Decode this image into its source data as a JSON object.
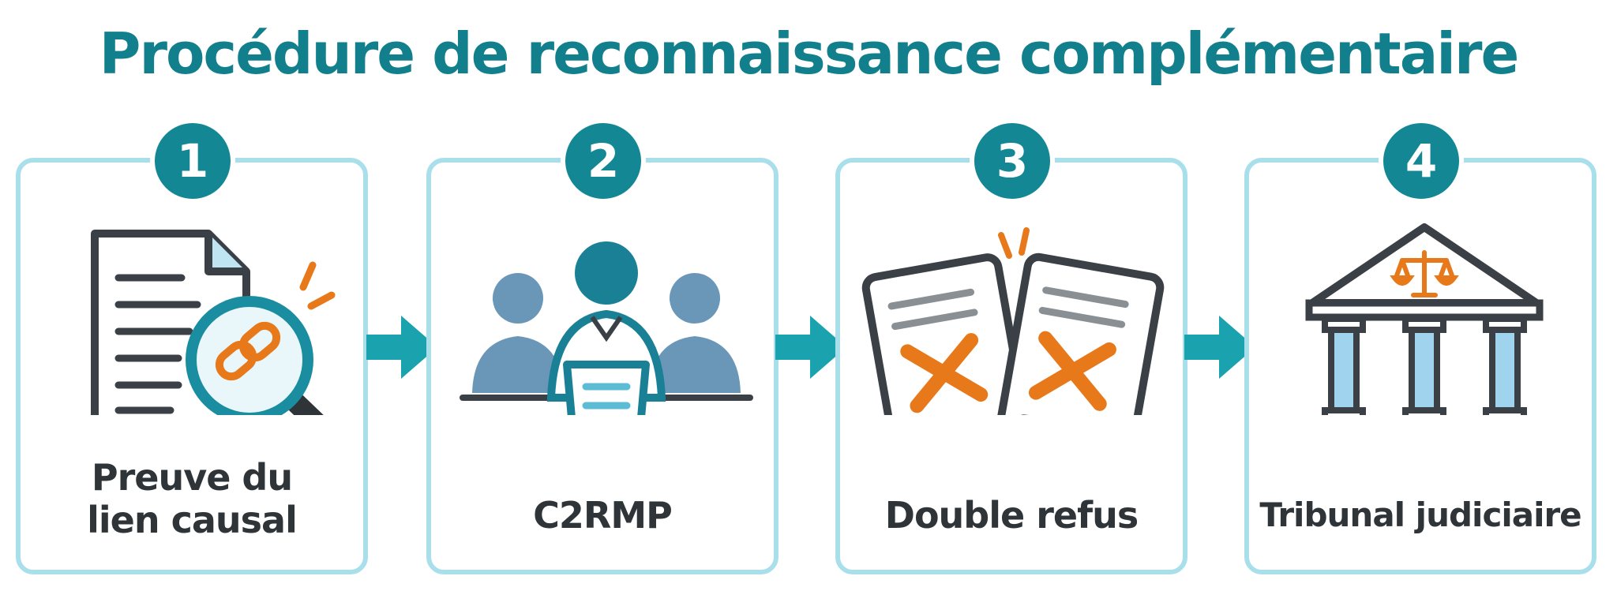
{
  "title": "Procédure de reconnaissance complémentaire",
  "steps": [
    {
      "number": "1",
      "label_line1": "Preuve du",
      "label_line2": "lien causal",
      "icon": "document-magnifier-chain-icon"
    },
    {
      "number": "2",
      "label": "C2RMP",
      "icon": "committee-meeting-icon"
    },
    {
      "number": "3",
      "label": "Double refus",
      "icon": "two-rejected-documents-icon"
    },
    {
      "number": "4",
      "label": "Tribunal judiciaire",
      "icon": "courthouse-scales-icon"
    }
  ],
  "colors": {
    "title": "#127f8d",
    "badge": "#148795",
    "border": "#a9dfea",
    "arrow": "#1aa2ae",
    "accent": "#e8791a",
    "dark": "#2f3438"
  }
}
